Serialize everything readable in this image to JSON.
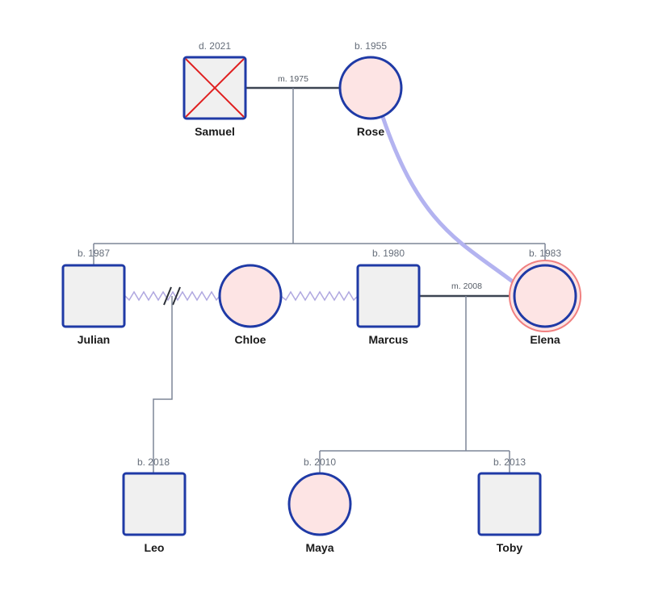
{
  "colors": {
    "male_fill": "#f0f0f0",
    "female_fill": "#fde4e4",
    "shape_stroke": "#1f3aa6",
    "line": "#7d8597",
    "couple_line": "#3c4452",
    "bond_curve": "#b3b3f0",
    "conflict": "#b0a8e0",
    "deceased_x": "#e02020",
    "highlight_ring": "#f08080"
  },
  "people": {
    "samuel": {
      "name": "Samuel",
      "info": "d. 2021",
      "icon": "male-square-deceased"
    },
    "rose": {
      "name": "Rose",
      "info": "b. 1955",
      "icon": "female-circle"
    },
    "julian": {
      "name": "Julian",
      "info": "b. 1987",
      "icon": "male-square"
    },
    "chloe": {
      "name": "Chloe",
      "info": "",
      "icon": "female-circle"
    },
    "marcus": {
      "name": "Marcus",
      "info": "b. 1980",
      "icon": "male-square"
    },
    "elena": {
      "name": "Elena",
      "info": "b. 1983",
      "icon": "female-circle-highlighted"
    },
    "leo": {
      "name": "Leo",
      "info": "b. 2018",
      "icon": "male-square"
    },
    "maya": {
      "name": "Maya",
      "info": "b. 2010",
      "icon": "female-circle"
    },
    "toby": {
      "name": "Toby",
      "info": "b. 2013",
      "icon": "male-square"
    }
  },
  "marriages": {
    "samuel_rose": "m. 1975",
    "marcus_elena": "m. 2008"
  }
}
